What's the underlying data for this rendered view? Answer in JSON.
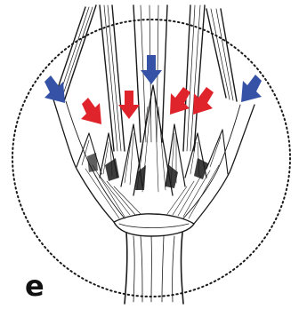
{
  "panel": {
    "label": "e"
  },
  "illustration": {
    "subject": "botanical-line-drawing",
    "border_style": "dotted",
    "line_color": "#1a1a1a",
    "paper_color": "#ffffff"
  },
  "markers": {
    "blue": {
      "color": "#3552a6",
      "count": 3
    },
    "red": {
      "color": "#e0242b",
      "count": 4
    }
  }
}
